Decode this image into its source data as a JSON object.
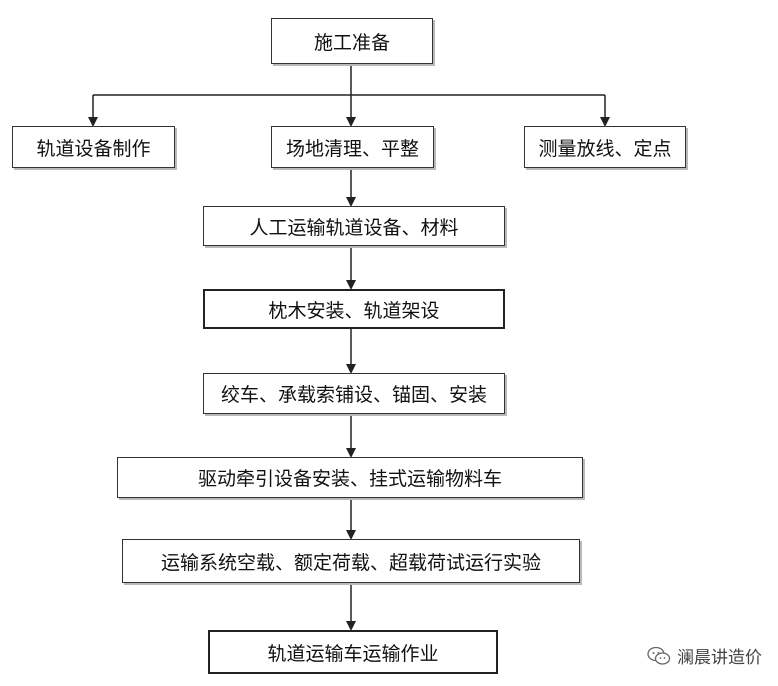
{
  "nodes": {
    "prep": "施工准备",
    "track_equipment": "轨道设备制作",
    "site_clearing": "场地清理、平整",
    "survey": "测量放线、定点",
    "manual_transport": "人工运输轨道设备、材料",
    "sleeper_install": "枕木安装、轨道架设",
    "winch_install": "绞车、承载索铺设、锚固、安装",
    "drive_install": "驱动牵引设备安装、挂式运输物料车",
    "test_run": "运输系统空载、额定荷载、超载荷试运行实验",
    "operation": "轨道运输车运输作业"
  },
  "watermark": {
    "text": "澜晨讲造价",
    "icon": "wechat-icon"
  }
}
